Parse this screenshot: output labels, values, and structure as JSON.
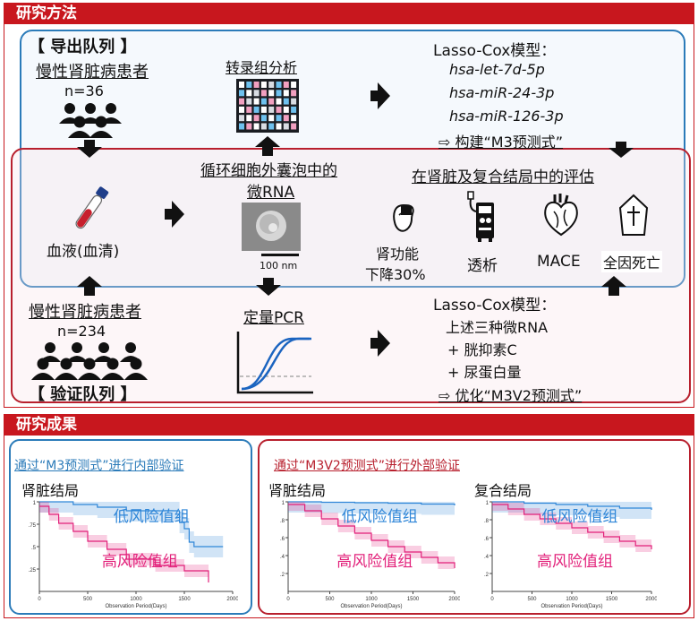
{
  "methods": {
    "header": "研究方法",
    "derivation": {
      "title": "【 导出队列 】",
      "ckd_label": "慢性肾脏病患者",
      "n": "n=36"
    },
    "transcriptome": "转录组分析",
    "lasso_top": {
      "title": "Lasso-Cox模型：",
      "mirnas": [
        "hsa-let-7d-5p",
        "hsa-miR-24-3p",
        "hsa-miR-126-3p"
      ],
      "build": "⇨ 构建“M3预测式”"
    },
    "blood": "血液(血清)",
    "ev": {
      "title_line1": "循环细胞外囊泡中的",
      "title_line2": "微RNA",
      "scale": "100 nm"
    },
    "outcomes": {
      "title": "在肾脏及复合结局中的评估",
      "items": [
        {
          "label_line1": "肾功能",
          "label_line2": "下降30%",
          "icon": "kidney-icon"
        },
        {
          "label_line1": "透析",
          "label_line2": "",
          "icon": "dialysis-machine-icon"
        },
        {
          "label_line1": "MACE",
          "label_line2": "",
          "icon": "heart-icon"
        },
        {
          "label_line1": "全因死亡",
          "label_line2": "",
          "icon": "coffin-icon"
        }
      ]
    },
    "validation": {
      "ckd_label": "慢性肾脏病患者",
      "n": "n=234",
      "title": "【 验证队列 】"
    },
    "pcr": "定量PCR",
    "lasso_bottom": {
      "title": "Lasso-Cox模型：",
      "lines": [
        "上述三种微RNA",
        "+ 胱抑素C",
        "+ 尿蛋白量"
      ],
      "optimize": "⇨ 优化“M3V2预测式”"
    }
  },
  "results": {
    "header": "研究成果",
    "internal": {
      "title": "通过“M3预测式”进行内部验证",
      "panel_title": "肾脏结局"
    },
    "external": {
      "title": "通过“M3V2预测式”进行外部验证",
      "panel_kidney": "肾脏结局",
      "panel_composite": "复合结局"
    },
    "low_risk": "低风险值组",
    "high_risk": "高风险值组",
    "xaxis_label": "Observation Period(Days)"
  },
  "colors": {
    "accent_red": "#c8171e",
    "frame_blue": "#2b7bb9",
    "frame_red": "#b8202e",
    "low_risk_blue": "#2f86d8",
    "high_risk_pink": "#e2207a"
  },
  "chart_data": [
    {
      "type": "line",
      "title": "肾脏结局",
      "xlabel": "Observation Period(Days)",
      "ylabel": "",
      "xlim": [
        0,
        2000
      ],
      "ylim": [
        0,
        1
      ],
      "x_ticks": [
        0,
        500,
        1000,
        1500,
        2000
      ],
      "y_ticks": [
        0.25,
        0.5,
        0.75,
        1
      ],
      "series": [
        {
          "name": "低风险值组",
          "x": [
            0,
            250,
            350,
            600,
            900,
            1450,
            1500,
            1550,
            1600,
            1900
          ],
          "y": [
            1,
            1,
            0.97,
            0.94,
            0.9,
            0.77,
            0.7,
            0.55,
            0.5,
            0.5
          ]
        },
        {
          "name": "高风险值组",
          "x": [
            0,
            100,
            200,
            350,
            500,
            700,
            900,
            1200,
            1500,
            1750
          ],
          "y": [
            0.95,
            0.86,
            0.76,
            0.67,
            0.56,
            0.47,
            0.36,
            0.29,
            0.23,
            0.1
          ]
        }
      ]
    },
    {
      "type": "line",
      "title": "肾脏结局",
      "xlabel": "Observation Period(Days)",
      "ylabel": "",
      "xlim": [
        0,
        2000
      ],
      "ylim": [
        0,
        1
      ],
      "x_ticks": [
        0,
        500,
        1000,
        1500,
        2000
      ],
      "y_ticks": [
        0.2,
        0.4,
        0.6,
        0.8,
        1
      ],
      "series": [
        {
          "name": "低风险值组",
          "x": [
            0,
            400,
            800,
            1200,
            1600,
            2000
          ],
          "y": [
            1,
            0.995,
            0.99,
            0.985,
            0.975,
            0.96
          ]
        },
        {
          "name": "高风险值组",
          "x": [
            0,
            200,
            400,
            600,
            800,
            1000,
            1200,
            1400,
            1600,
            1800,
            2000
          ],
          "y": [
            0.97,
            0.9,
            0.81,
            0.73,
            0.65,
            0.57,
            0.5,
            0.44,
            0.38,
            0.32,
            0.26
          ]
        }
      ]
    },
    {
      "type": "line",
      "title": "复合结局",
      "xlabel": "Observation Period(Days)",
      "ylabel": "",
      "xlim": [
        0,
        2000
      ],
      "ylim": [
        0,
        1
      ],
      "x_ticks": [
        0,
        500,
        1000,
        1500,
        2000
      ],
      "y_ticks": [
        0.2,
        0.4,
        0.6,
        0.8,
        1
      ],
      "series": [
        {
          "name": "低风险值组",
          "x": [
            0,
            400,
            800,
            1200,
            1600,
            2000
          ],
          "y": [
            1,
            0.985,
            0.97,
            0.95,
            0.93,
            0.91
          ]
        },
        {
          "name": "高风险值组",
          "x": [
            0,
            200,
            400,
            600,
            800,
            1000,
            1200,
            1400,
            1600,
            1800,
            2000
          ],
          "y": [
            0.97,
            0.92,
            0.86,
            0.81,
            0.76,
            0.71,
            0.66,
            0.61,
            0.56,
            0.51,
            0.47
          ]
        }
      ]
    }
  ]
}
